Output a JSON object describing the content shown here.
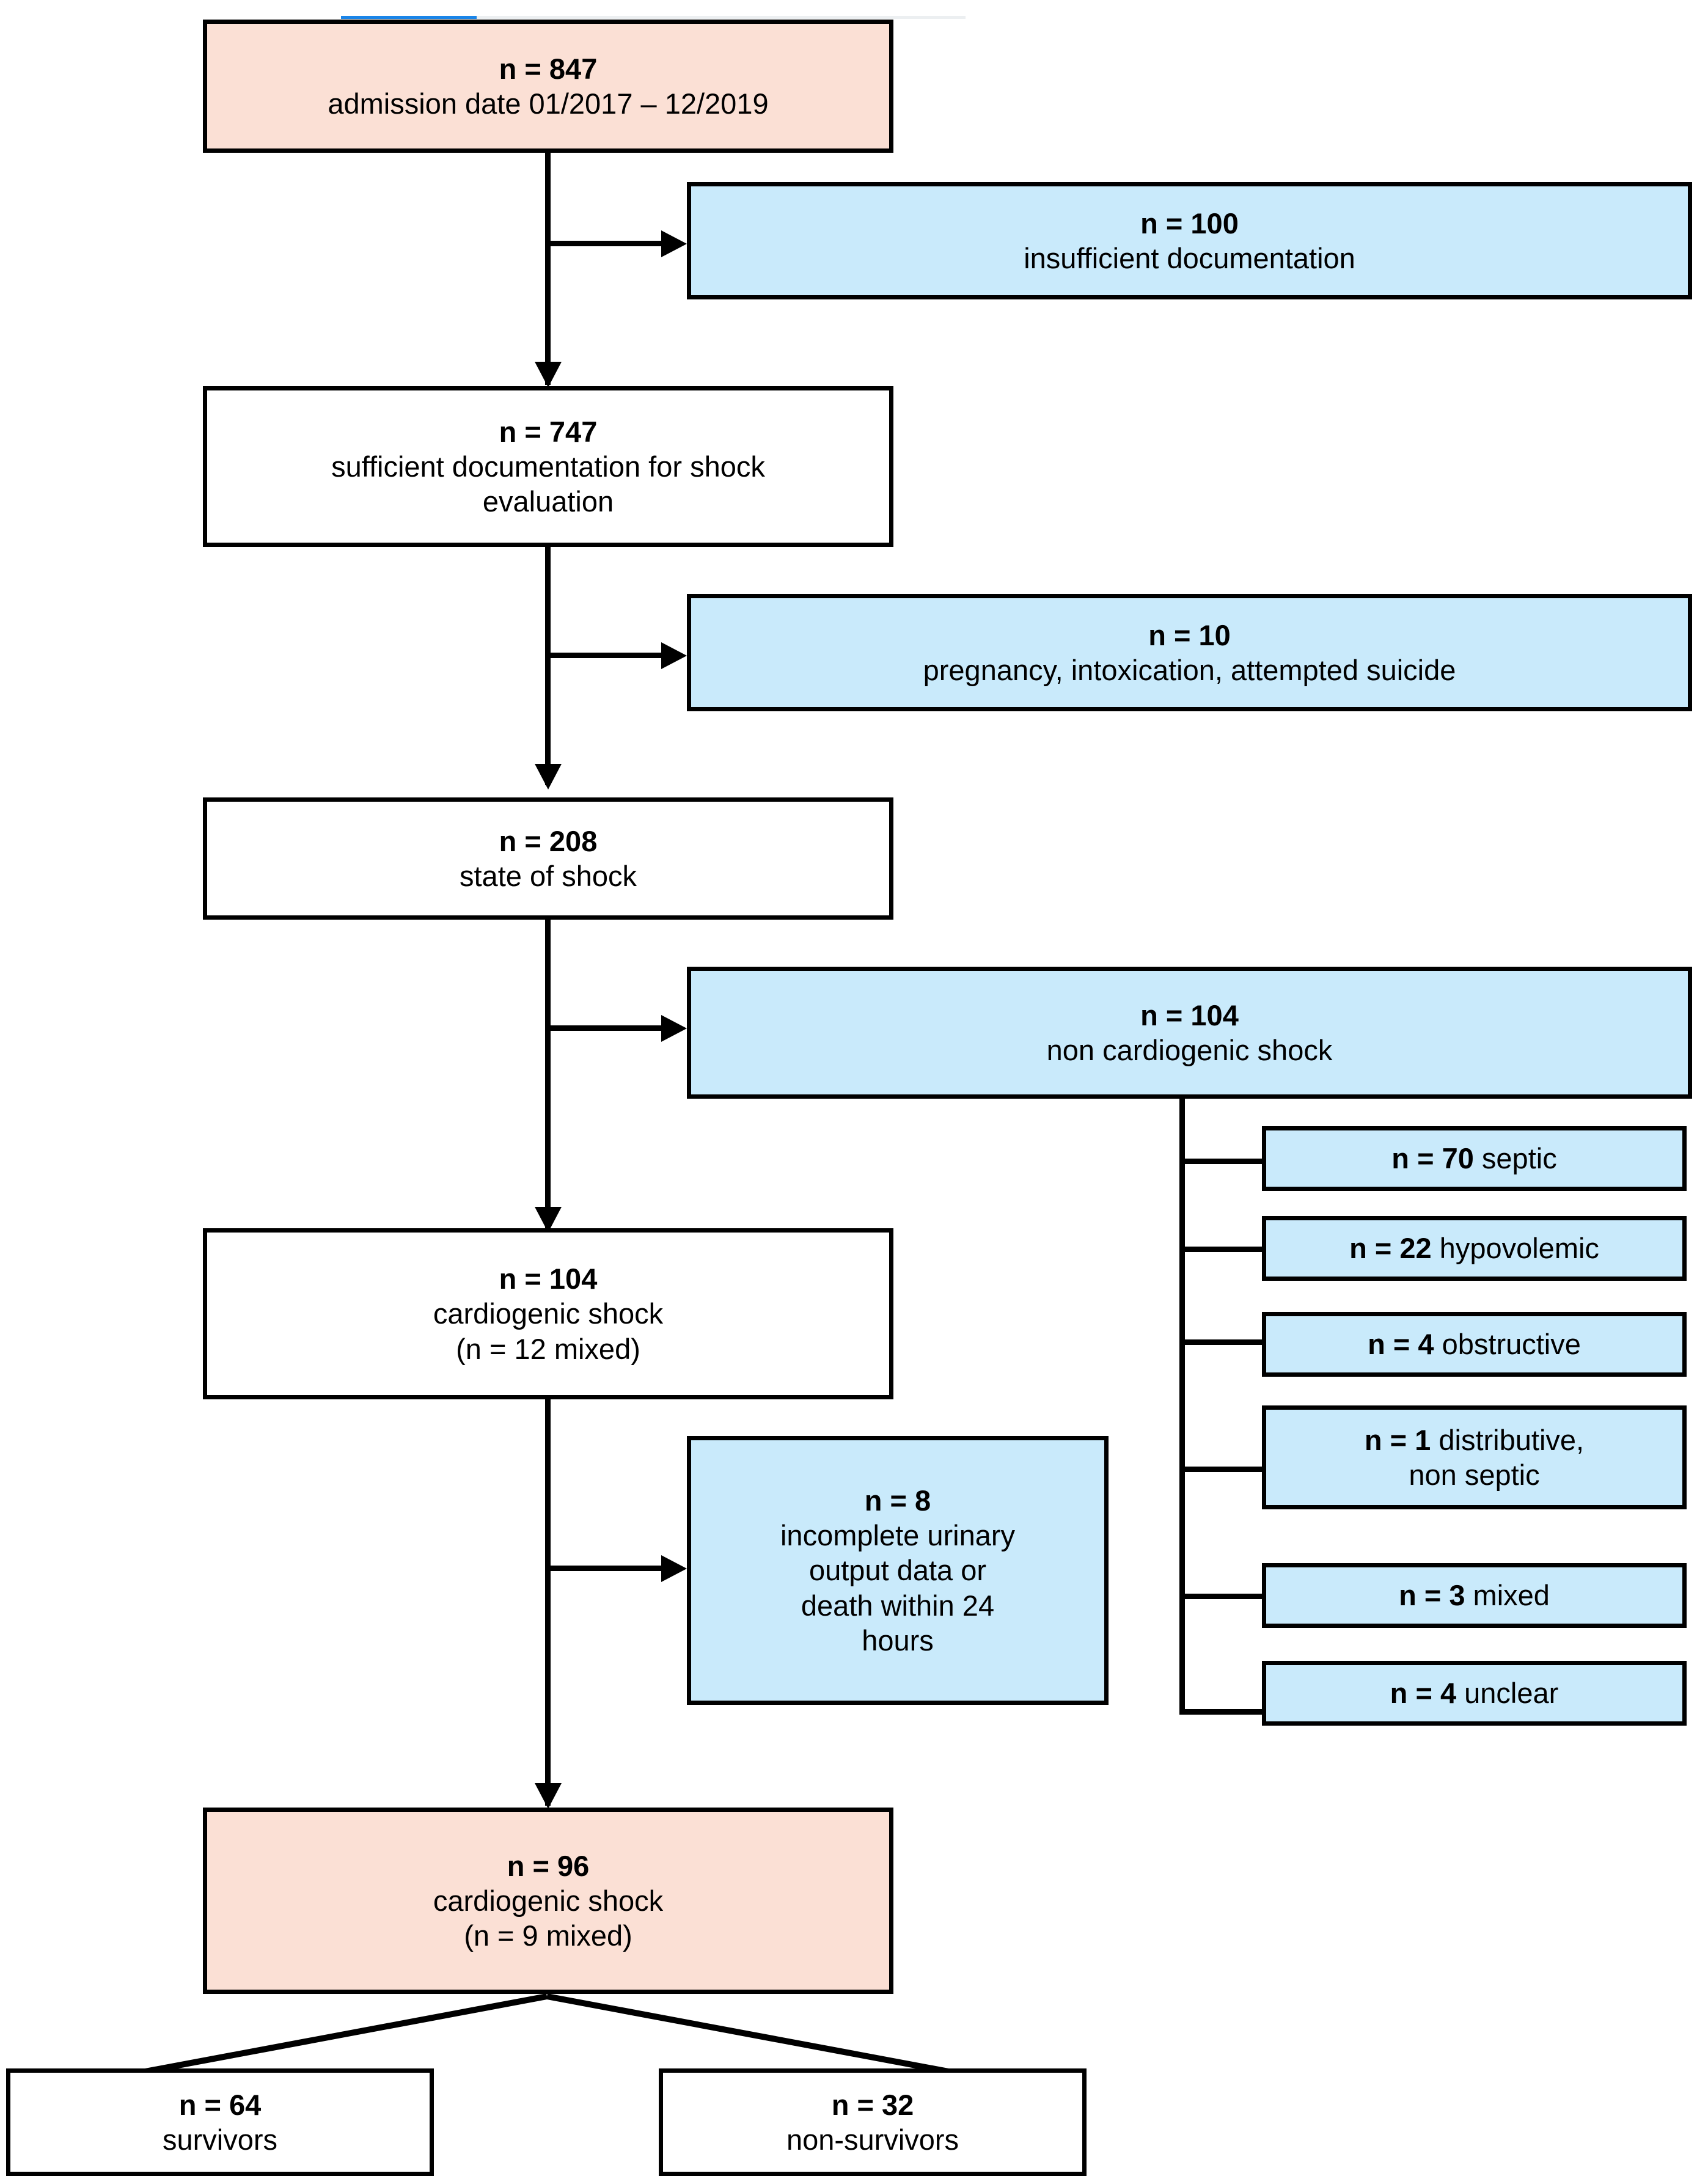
{
  "figure": {
    "type": "flowchart",
    "title": "Patient selection flow diagram",
    "colors": {
      "highlight_fill": "#FBE0D5",
      "exclusion_fill": "#C9EAFB",
      "neutral_fill": "#FFFFFF",
      "border": "#000000",
      "progress_accent": "#1A85E8"
    }
  },
  "main_flow": {
    "step1": {
      "count": "n = 847",
      "label": "admission date 01/2017 – 12/2019"
    },
    "step2": {
      "count": "n = 747",
      "label_line1": "sufficient documentation for shock",
      "label_line2": "evaluation"
    },
    "step3": {
      "count": "n = 208",
      "label": "state of shock"
    },
    "step4": {
      "count": "n = 104",
      "label_line1": "cardiogenic shock",
      "label_line2": "(n = 12 mixed)"
    },
    "step5": {
      "count": "n = 96",
      "label_line1": "cardiogenic shock",
      "label_line2": "(n = 9 mixed)"
    }
  },
  "exclusions": {
    "excl1": {
      "count": "n = 100",
      "label": "insufficient documentation"
    },
    "excl2": {
      "count": "n = 10",
      "label": "pregnancy, intoxication, attempted suicide"
    },
    "excl3": {
      "count": "n =  104",
      "label": "non cardiogenic shock"
    },
    "excl4": {
      "count": "n = 8",
      "label_line1": "incomplete urinary",
      "label_line2": "output data or",
      "label_line3": "death within 24",
      "label_line4": "hours"
    }
  },
  "shock_subtypes": [
    {
      "count": "n = 70",
      "label": " septic"
    },
    {
      "count": "n = 22",
      "label": " hypovolemic"
    },
    {
      "count": "n = 4",
      "label": "  obstructive"
    },
    {
      "count": "n = 1",
      "label": " distributive,",
      "label_line2": "non septic"
    },
    {
      "count": "n = 3",
      "label": "  mixed"
    },
    {
      "count": "n = 4",
      "label": "  unclear"
    }
  ],
  "outcomes": {
    "survivors": {
      "count": "n = 64",
      "label": "survivors"
    },
    "non_survivors": {
      "count": "n = 32",
      "label": "non-survivors"
    }
  }
}
